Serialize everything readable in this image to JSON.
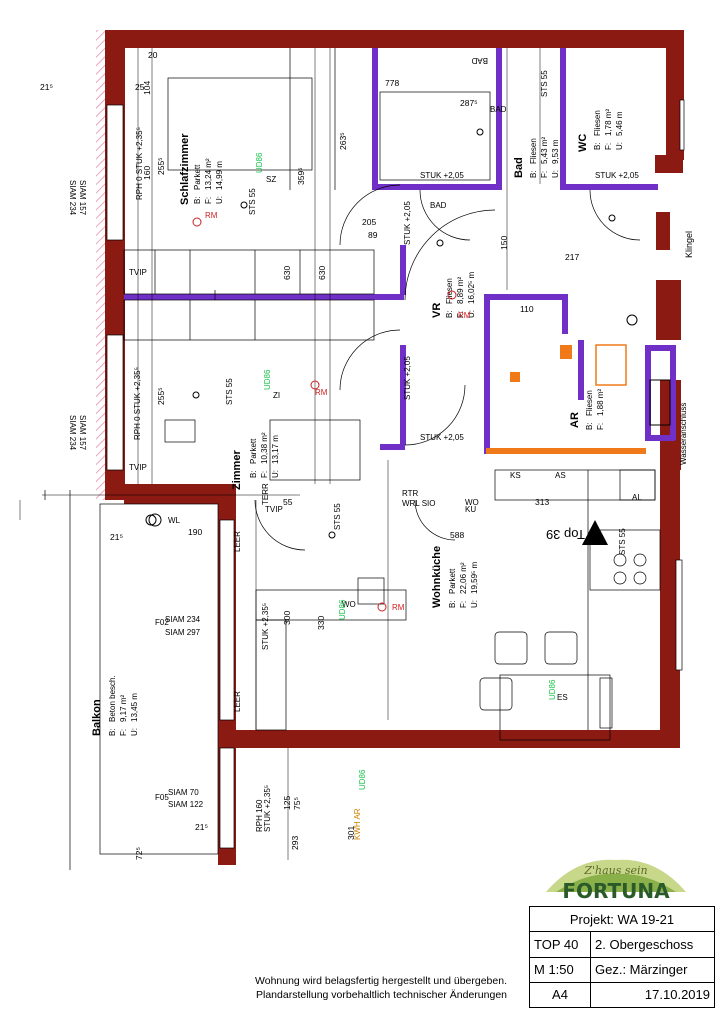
{
  "rooms": {
    "schlafzimmer": {
      "name": "Schlafzimmer",
      "floor": "Parkett",
      "area": "13,24 m²",
      "perimeter": "14,99 m",
      "b": "B:",
      "f": "F:",
      "u": "U:"
    },
    "zimmer": {
      "name": "Zimmer",
      "floor": "Parkett",
      "area": "10,38 m²",
      "perimeter": "13,17 m",
      "b": "B:",
      "f": "F:",
      "u": "U:"
    },
    "vr": {
      "name": "VR",
      "floor": "Fliesen",
      "area": "8,89 m²",
      "perimeter": "16,02⁵ m",
      "b": "B:",
      "f": "F:",
      "u": "U:"
    },
    "bad": {
      "name": "Bad",
      "floor": "Fliesen",
      "area": "5,43 m²",
      "perimeter": "9,53 m",
      "b": "B:",
      "f": "F:",
      "u": "U:"
    },
    "wc": {
      "name": "WC",
      "floor": "Fliesen",
      "area": "1,78 m²",
      "perimeter": "5,46 m",
      "b": "B:",
      "f": "F:",
      "u": "U:"
    },
    "ar": {
      "name": "AR",
      "floor": "Fliesen",
      "area": "1,88 m²",
      "b": "B:",
      "f": "F:"
    },
    "wohnkueche": {
      "name": "Wohnküche",
      "floor": "Parkett",
      "area": "22,06 m²",
      "perimeter": "19,59⁵ m",
      "b": "B:",
      "f": "F:",
      "u": "U:"
    },
    "balkon": {
      "name": "Balkon",
      "floor": "Beton besch.",
      "area": "9,17 m²",
      "perimeter": "13,45 m",
      "b": "B:",
      "f": "F:",
      "u": "U:"
    }
  },
  "labels": {
    "top": "Top 39",
    "klingel": "Klingel",
    "wasseranschluss": "Wasseranschluss",
    "leer1": "LEER",
    "leer2": "LEER",
    "terr": "TERR",
    "tvip1": "TVIP",
    "tvip2": "TVIP",
    "rtr": "RTR",
    "wrl": "WRL SIO",
    "bad1": "BAD",
    "bad2": "BAD",
    "badtag": "BAD",
    "wo": "WO",
    "ku": "KU",
    "ks": "KS",
    "as": "AS",
    "es": "ES",
    "al": "AL",
    "wl": "WL",
    "rm1": "RM",
    "rm2": "RM",
    "rm3": "RM",
    "rm4": "RM",
    "sz": "SZ",
    "zi": "ZI",
    "ud86a": "UD86",
    "ud86b": "UD86",
    "ud86c": "UD86",
    "ud86d": "UD86",
    "ud86e": "UD86",
    "kwh": "KWH AR",
    "f02": "F02",
    "f05": "F05",
    "stukBal": "STUK +2,35⁵",
    "rphBal": "RPH 160",
    "stukBal2": "STUK +2,35⁵",
    "stukSZ": "RPH 0\nSTUK +2,35⁵",
    "stukZI": "RPH 0 STUK +2,35⁵",
    "stuk1": "STUK +2,05",
    "stuk2": "STUK +2,05",
    "stuk3": "STUK +2,05",
    "stuk4": "STUK +2,05",
    "stuk5": "STUK +2,05",
    "sts1": "STS 55",
    "sts2": "STS 55",
    "sts3": "STS 55",
    "sts4": "STS 55",
    "sts5": "STS 55",
    "siam1": "SIAM 234",
    "siam2": "SIAM 157",
    "siam3": "SIAM 234",
    "siam4": "SIAM 157",
    "siam5": "SIAM 297",
    "siam6": "SIAM 234",
    "siam7": "SIAM 122",
    "siam8": "SIAM 70"
  },
  "dims": {
    "d630a": "630",
    "d630b": "630",
    "d359": "359⁵",
    "d263": "263⁵",
    "d255a": "255⁵",
    "d255b": "255⁵",
    "d313": "313",
    "d588": "588",
    "d330": "330",
    "d300": "300",
    "d293": "293",
    "d301": "301",
    "d217": "217",
    "d190": "190",
    "d160": "160",
    "d104": "104",
    "d205": "205",
    "d89": "89",
    "d150": "150",
    "d110": "110",
    "d778": "778",
    "d287": "287⁵",
    "d25": "25",
    "d20": "20",
    "d55": "55",
    "d125": "125",
    "d75": "75⁵",
    "d21": "21⁵",
    "d72": "72⁵"
  },
  "titleblock": {
    "project": "Projekt: WA 19-21",
    "top": "TOP 40",
    "floor": "2. Obergeschoss",
    "scale": "M 1:50",
    "drawn": "Gez.: Märzinger",
    "format": "A4",
    "date": "17.10.2019"
  },
  "logo": {
    "script": "Z'haus sein",
    "brand": "FORTUNA"
  },
  "note": {
    "line1": "Wohnung wird belagsfertig hergestellt und übergeben.",
    "line2": "Plandarstellung vorbehaltlich technischer Änderungen"
  },
  "colors": {
    "wall": "#8b1a12",
    "wallPink": "#e9a7c4",
    "partition": "#7030c8",
    "orange": "#f07a1a",
    "ud": "#19c24a",
    "rm": "#d02020",
    "purpleText": "#8a2ab0"
  }
}
